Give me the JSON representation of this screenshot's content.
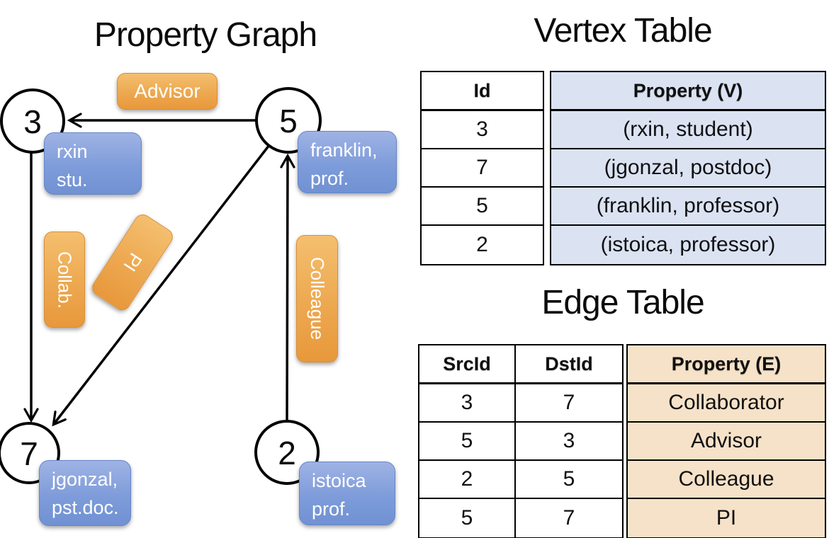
{
  "graph": {
    "title": "Property Graph",
    "nodes": [
      {
        "id": "3",
        "prop_line1": "rxin",
        "prop_line2": "stu."
      },
      {
        "id": "5",
        "prop_line1": "franklin,",
        "prop_line2": "prof."
      },
      {
        "id": "7",
        "prop_line1": "jgonzal,",
        "prop_line2": "pst.doc."
      },
      {
        "id": "2",
        "prop_line1": "istoica",
        "prop_line2": "prof."
      }
    ],
    "edges": [
      {
        "src": "5",
        "dst": "3",
        "label": "Advisor"
      },
      {
        "src": "3",
        "dst": "7",
        "label": "Collab."
      },
      {
        "src": "5",
        "dst": "7",
        "label": "PI"
      },
      {
        "src": "2",
        "dst": "5",
        "label": "Colleague"
      }
    ]
  },
  "vertex_table": {
    "title": "Vertex Table",
    "columns": [
      "Id",
      "Property (V)"
    ],
    "rows": [
      [
        "3",
        "(rxin, student)"
      ],
      [
        "7",
        "(jgonzal, postdoc)"
      ],
      [
        "5",
        "(franklin, professor)"
      ],
      [
        "2",
        "(istoica, professor)"
      ]
    ]
  },
  "edge_table": {
    "title": "Edge Table",
    "columns": [
      "SrcId",
      "DstId",
      "Property (E)"
    ],
    "rows": [
      [
        "3",
        "7",
        "Collaborator"
      ],
      [
        "5",
        "3",
        "Advisor"
      ],
      [
        "2",
        "5",
        "Colleague"
      ],
      [
        "5",
        "7",
        "PI"
      ]
    ]
  },
  "colors": {
    "vertex_property_fill": "#7e9cda",
    "edge_label_fill": "#eda850",
    "vertex_table_column_bg": "#dbe3f3",
    "edge_table_column_bg": "#f6e2c8",
    "line_color": "#000000"
  }
}
